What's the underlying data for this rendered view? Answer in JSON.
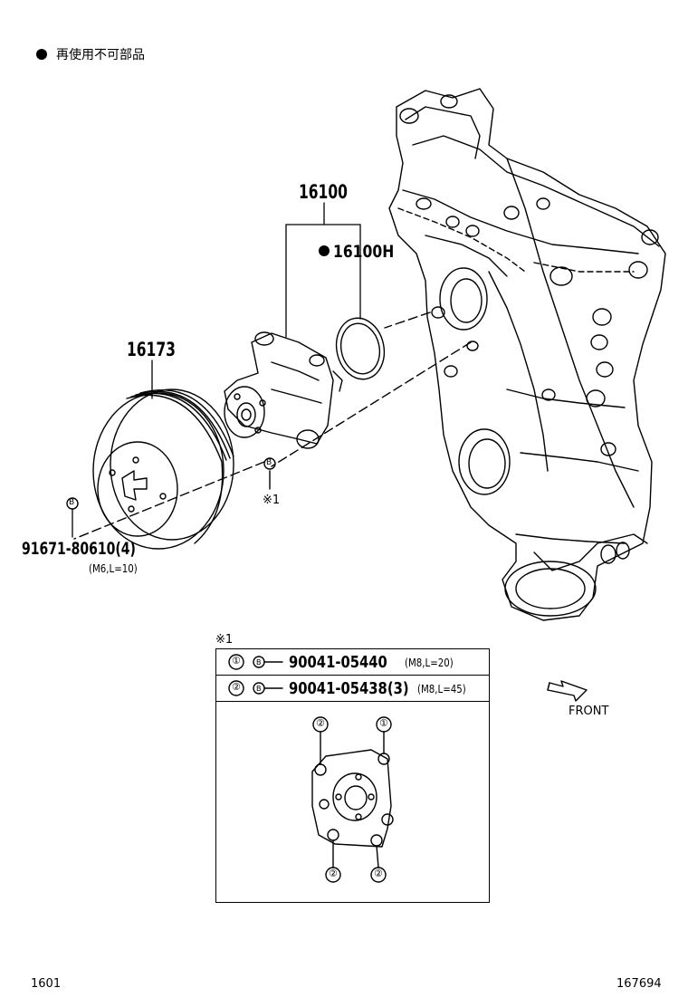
{
  "legend": {
    "text": "再使用不可部品"
  },
  "parts": {
    "water_pump_assy": "16100",
    "gasket": "16100H",
    "pulley": "16173",
    "bolt_code": "91671-80610(4)",
    "bolt_spec": "(M6,L=10)",
    "bolt_mark": "B",
    "note_ref": "※1"
  },
  "table": {
    "title": "※1",
    "rows": [
      {
        "num": "①",
        "mark": "B",
        "code": "90041-05440",
        "spec": "(M8,L=20)"
      },
      {
        "num": "②",
        "mark": "B",
        "code": "90041-05438(3)",
        "spec": "(M8,L=45)"
      }
    ],
    "callouts": [
      "②",
      "①",
      "②",
      "②"
    ]
  },
  "front_label": "FRONT",
  "footer": {
    "left": "1601",
    "right": "167694"
  }
}
